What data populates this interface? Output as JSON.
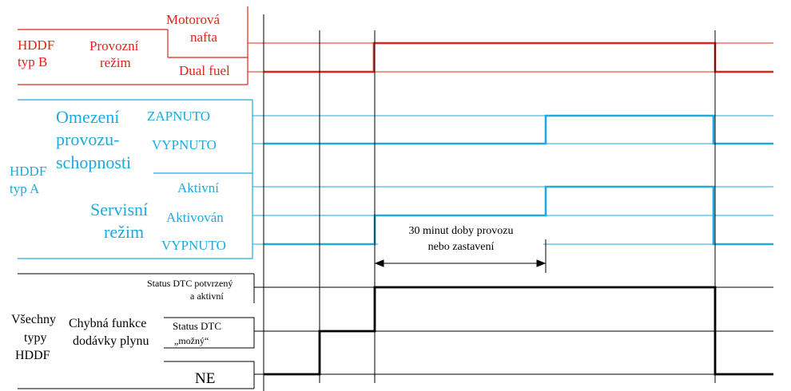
{
  "colors": {
    "red": "#e0241b",
    "blue": "#1fa9dc",
    "black": "#000000"
  },
  "hddf_b": {
    "group_label": [
      "HDDF",
      "typ B"
    ],
    "sub_label": [
      "Provozní",
      "režim"
    ],
    "states": {
      "motor": [
        "Motorová",
        "nafta"
      ],
      "dual": "Dual fuel"
    }
  },
  "hddf_a": {
    "group_label": [
      "HDDF",
      "typ A"
    ],
    "omezeni": {
      "label": [
        "Omezení",
        "provozu-",
        "schopnosti"
      ],
      "states": {
        "on": "ZAPNUTO",
        "off": "VYPNUTO"
      }
    },
    "servis": {
      "label": [
        "Servisní",
        "režim"
      ],
      "states": {
        "active": "Aktivní",
        "activated": "Aktivován",
        "off": "VYPNUTO"
      }
    },
    "annotation": [
      "30 minut doby provozu",
      "nebo zastavení"
    ]
  },
  "all_types": {
    "group_label": [
      "Všechny",
      "typy",
      "HDDF"
    ],
    "sub_label": [
      "Chybná funkce",
      "dodávky plynu"
    ],
    "states": {
      "confirmed": [
        "Status DTC potvrzený",
        "a aktivní"
      ],
      "possible": [
        "Status DTC",
        "„možný“"
      ],
      "no": "NE"
    }
  }
}
